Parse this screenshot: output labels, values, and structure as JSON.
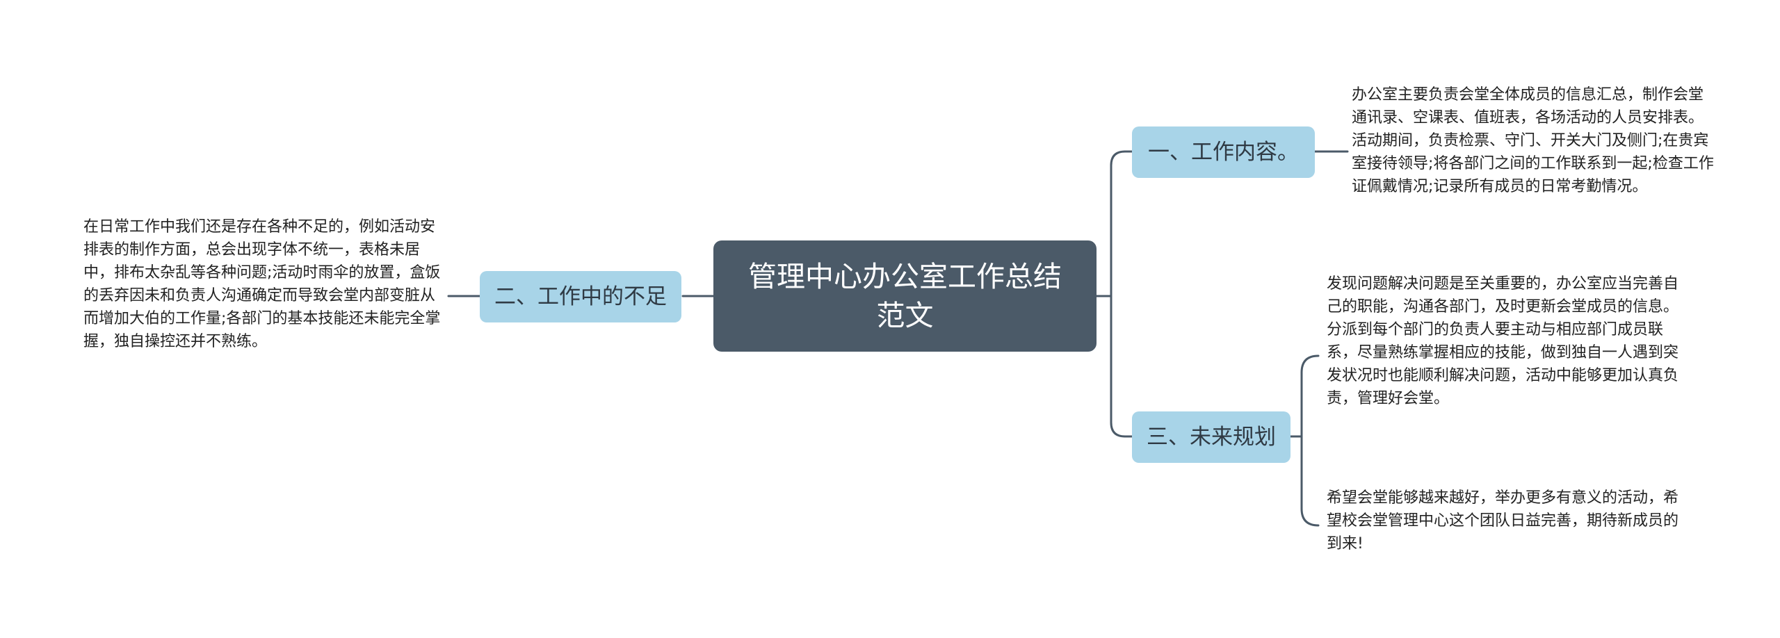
{
  "root": {
    "title": "管理中心办公室工作总结范文"
  },
  "branches": [
    {
      "label": "一、工作内容。",
      "details": [
        "办公室主要负责会堂全体成员的信息汇总，制作会堂通讯录、空课表、值班表，各场活动的人员安排表。活动期间，负责检票、守门、开关大门及侧门;在贵宾室接待领导;将各部门之间的工作联系到一起;检查工作证佩戴情况;记录所有成员的日常考勤情况。"
      ]
    },
    {
      "label": "二、工作中的不足",
      "details": [
        "在日常工作中我们还是存在各种不足的，例如活动安排表的制作方面，总会出现字体不统一，表格未居中，排布太杂乱等各种问题;活动时雨伞的放置，盒饭的丢弃因未和负责人沟通确定而导致会堂内部变脏从而增加大伯的工作量;各部门的基本技能还未能完全掌握，独自操控还并不熟练。"
      ]
    },
    {
      "label": "三、未来规划",
      "details": [
        "发现问题解决问题是至关重要的，办公室应当完善自己的职能，沟通各部门，及时更新会堂成员的信息。分派到每个部门的负责人要主动与相应部门成员联系，尽量熟练掌握相应的技能，做到独自一人遇到突发状况时也能顺利解决问题，活动中能够更加认真负责，管理好会堂。",
        "希望会堂能够越来越好，举办更多有意义的活动，希望校会堂管理中心这个团队日益完善，期待新成员的到来!"
      ]
    }
  ],
  "colors": {
    "root_fill": "#4b5a68",
    "branch_fill": "#a8d4e8",
    "connector": "#4b5a68"
  }
}
